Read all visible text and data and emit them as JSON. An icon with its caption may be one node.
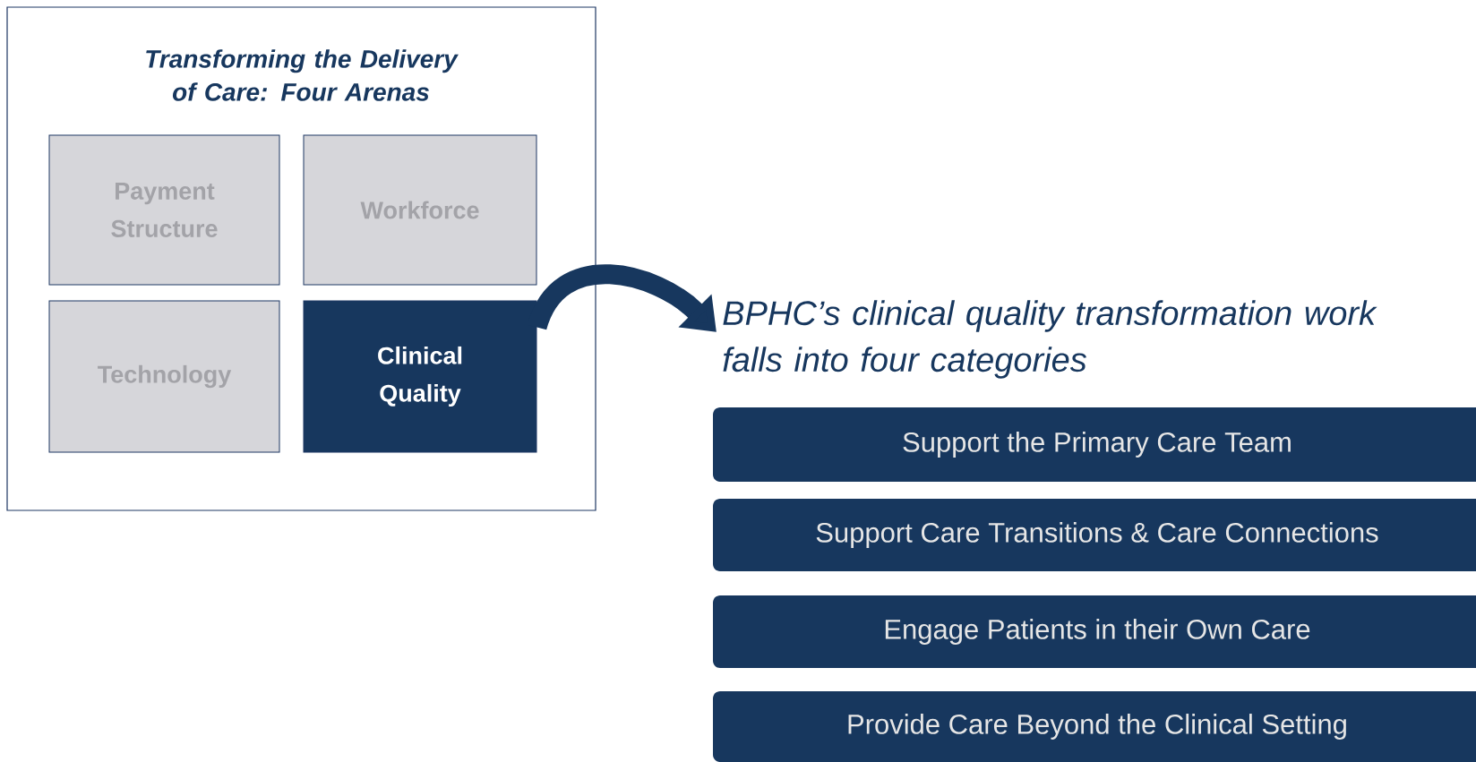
{
  "diagram": {
    "nodes": [
      {
        "text": [
          "Transforming the Delivery of Care: Four Arenas"
        ]
      },
      {
        "text": [
          "Payment Structure"
        ],
        "in": 0
      },
      {
        "text": [
          "Workforce"
        ],
        "in": 0
      },
      {
        "text": [
          "Technology"
        ],
        "in": 0
      },
      {
        "text": [
          "Clinical Quality"
        ],
        "in": 0
      },
      {
        "text": [
          "BPHC’s clinical quality transformation work falls into four categories"
        ]
      },
      {
        "text": [
          "Support the Primary Care Team"
        ]
      },
      {
        "text": [
          "Support Care Transitions & Care Connections"
        ]
      },
      {
        "text": [
          "Engage Patients in their Own Care"
        ]
      },
      {
        "text": [
          "Provide Care Beyond the Clinical Setting"
        ]
      }
    ],
    "edges": [
      {
        "from": 4,
        "to": 5,
        "arrow": "to"
      }
    ]
  }
}
